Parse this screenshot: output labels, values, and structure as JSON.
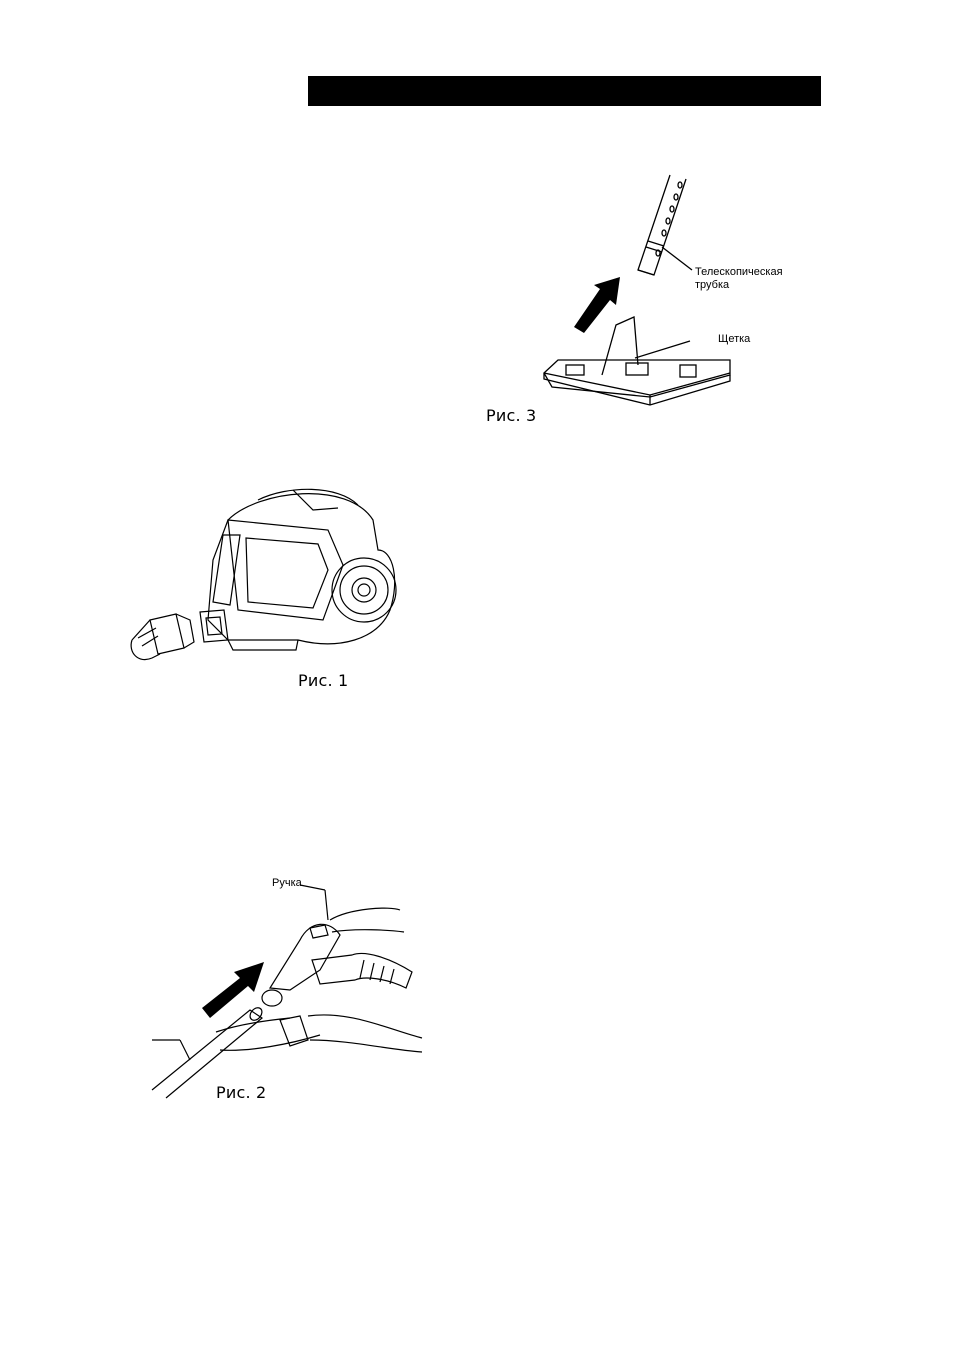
{
  "figures": {
    "fig1": {
      "caption": "Рис. 1"
    },
    "fig2": {
      "caption": "Рис. 2",
      "labels": {
        "handle": "Ручка"
      }
    },
    "fig3": {
      "caption": "Рис. 3",
      "labels": {
        "tube_line1": "Телескопическая",
        "tube_line2": "трубка",
        "brush": "Щетка"
      }
    }
  },
  "colors": {
    "header_bar": "#000000",
    "line_art": "#000000"
  }
}
